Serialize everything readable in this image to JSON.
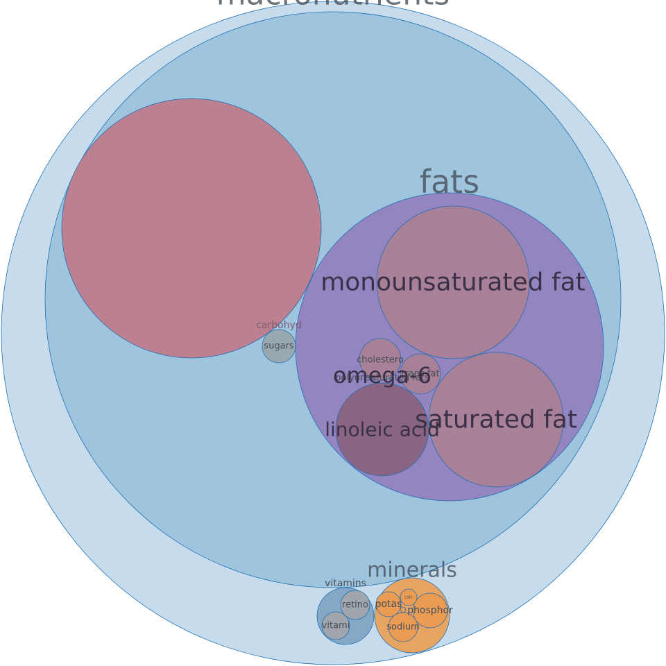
{
  "chart_data": {
    "type": "packed-circles",
    "nodes": [
      {
        "id": "macronutrients",
        "label": "macronutrients",
        "fill": "#c6dcec",
        "opacity": 1
      },
      {
        "id": "macro-inner",
        "label": "",
        "fill": "#9fc4de",
        "opacity": 1
      },
      {
        "id": "water",
        "label": "",
        "fill": "#bd8090",
        "opacity": 1
      },
      {
        "id": "fats",
        "label": "fats",
        "fill": "#9484c0",
        "opacity": 1
      },
      {
        "id": "monounsaturated",
        "label": "monounsaturated fat",
        "fill": "#a88098",
        "opacity": 1
      },
      {
        "id": "saturated",
        "label": "saturated fat",
        "fill": "#a88098",
        "opacity": 1
      },
      {
        "id": "cholesterol",
        "label": "cholestero",
        "fill": "#a88098",
        "opacity": 1
      },
      {
        "id": "trans",
        "label": "trans fat",
        "fill": "#a88098",
        "opacity": 1
      },
      {
        "id": "polyunsaturated",
        "label": "polyunsaturated fats",
        "fill": "#9484c0",
        "opacity": 1
      },
      {
        "id": "omega6",
        "label": "omega-6",
        "fill": "#8c6a90",
        "opacity": 1
      },
      {
        "id": "linoleic",
        "label": "linoleic acid",
        "fill": "#8a6484",
        "opacity": 1
      },
      {
        "id": "carbohydrates",
        "label": "carbohyd",
        "fill": "#9fc4de",
        "opacity": 1
      },
      {
        "id": "sugars",
        "label": "sugars",
        "fill": "#9aa8b0",
        "opacity": 1
      },
      {
        "id": "vitamins",
        "label": "vitamins",
        "fill": "#85a8c6",
        "opacity": 1
      },
      {
        "id": "retinol",
        "label": "retino",
        "fill": "#a0a6ac",
        "opacity": 1
      },
      {
        "id": "vitamin-a",
        "label": "vitami",
        "fill": "#a0a6ac",
        "opacity": 1
      },
      {
        "id": "minerals",
        "label": "minerals",
        "fill": "#e8a462",
        "opacity": 1
      },
      {
        "id": "phosphorus",
        "label": "phosphor",
        "fill": "#ec9c52",
        "opacity": 1
      },
      {
        "id": "potassium",
        "label": "potas",
        "fill": "#ec9c52",
        "opacity": 1
      },
      {
        "id": "sodium",
        "label": "sodium",
        "fill": "#ec9c52",
        "opacity": 1
      },
      {
        "id": "calcium",
        "label": "calc",
        "fill": "#ec9c52",
        "opacity": 1
      },
      {
        "id": "tiny-mineral",
        "label": "",
        "fill": "#ec9c52",
        "opacity": 1
      }
    ],
    "colors": {
      "stroke": "#1f6fb4",
      "label": "#46505a",
      "label_dark": "#3a3048"
    }
  }
}
